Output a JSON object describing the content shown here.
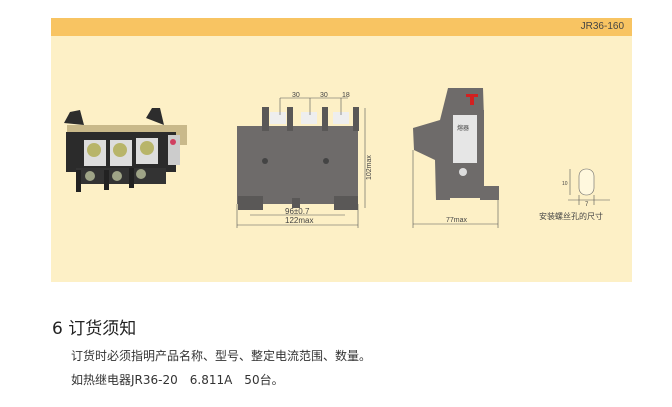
{
  "header": {
    "model": "JR36-160"
  },
  "drawing": {
    "front_dims": {
      "pitch1": "30",
      "pitch2": "30",
      "pitch3": "18",
      "mount_spacing": "96±0.7",
      "width": "122max",
      "height": "102max"
    },
    "side_dims": {
      "depth": "77max",
      "label_text": "熔器"
    },
    "hole": {
      "height": "10",
      "width": "7",
      "caption": "安装螺丝孔的尺寸"
    }
  },
  "section": {
    "title": "6 订货须知",
    "lines": [
      "订货时必须指明产品名称、型号、整定电流范围、数量。",
      "如热继电器JR36-20　6.811A　50台。"
    ]
  },
  "colors": {
    "header": "#f8c462",
    "panel": "#fdf0c6",
    "body": "#6e6b6a"
  }
}
